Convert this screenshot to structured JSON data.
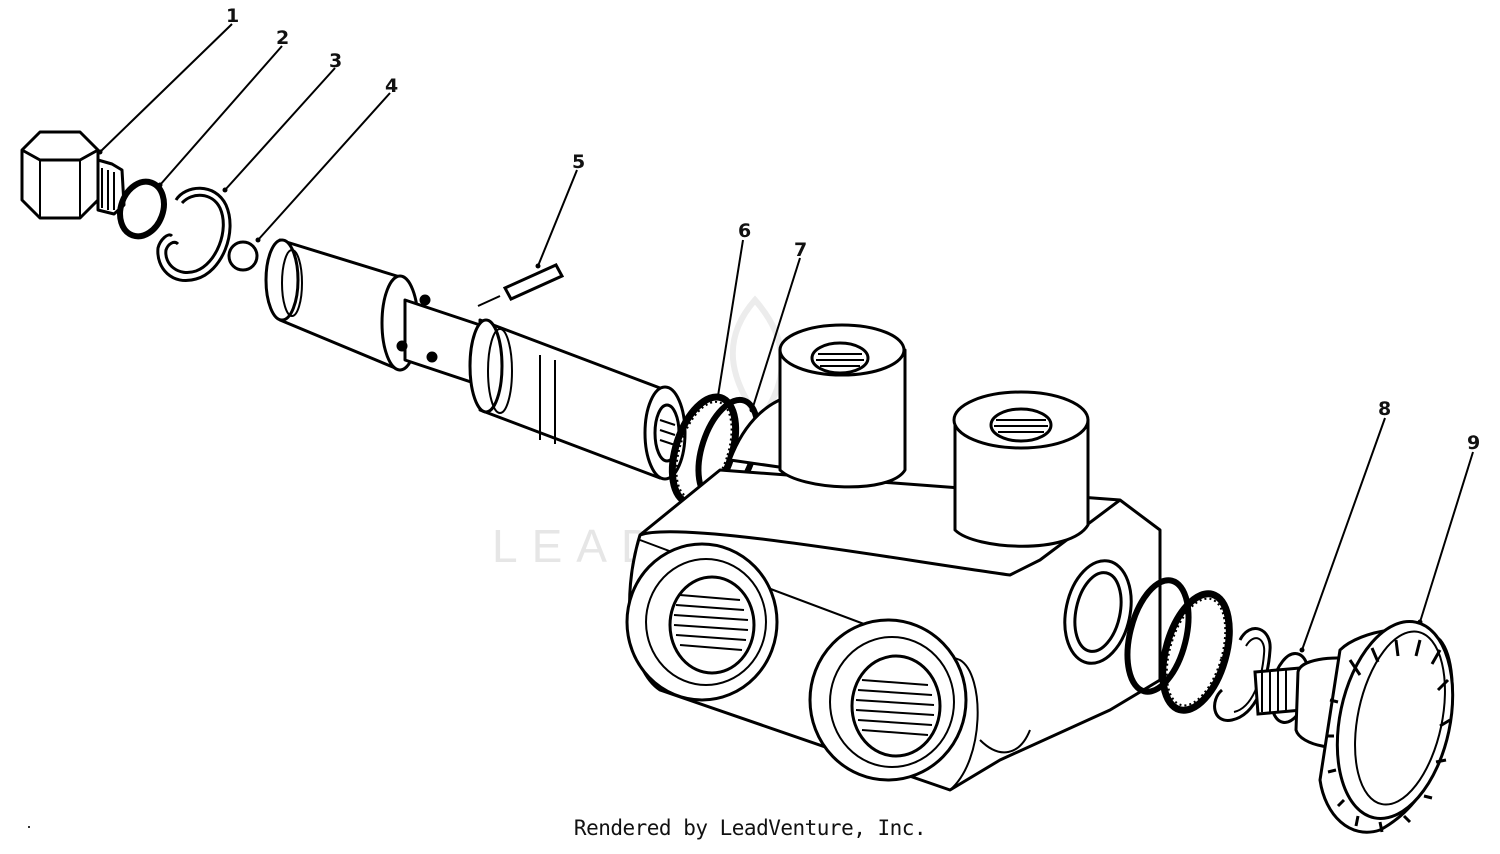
{
  "diagram": {
    "type": "exploded-parts-view",
    "callouts": [
      {
        "id": "1",
        "label": "1"
      },
      {
        "id": "2",
        "label": "2"
      },
      {
        "id": "3",
        "label": "3"
      },
      {
        "id": "4",
        "label": "4"
      },
      {
        "id": "5",
        "label": "5"
      },
      {
        "id": "6",
        "label": "6"
      },
      {
        "id": "7",
        "label": "7"
      },
      {
        "id": "8",
        "label": "8"
      },
      {
        "id": "9",
        "label": "9"
      }
    ]
  },
  "watermark": {
    "text": "LEADVENTURE"
  },
  "footer": {
    "credit": "Rendered by LeadVenture, Inc."
  }
}
